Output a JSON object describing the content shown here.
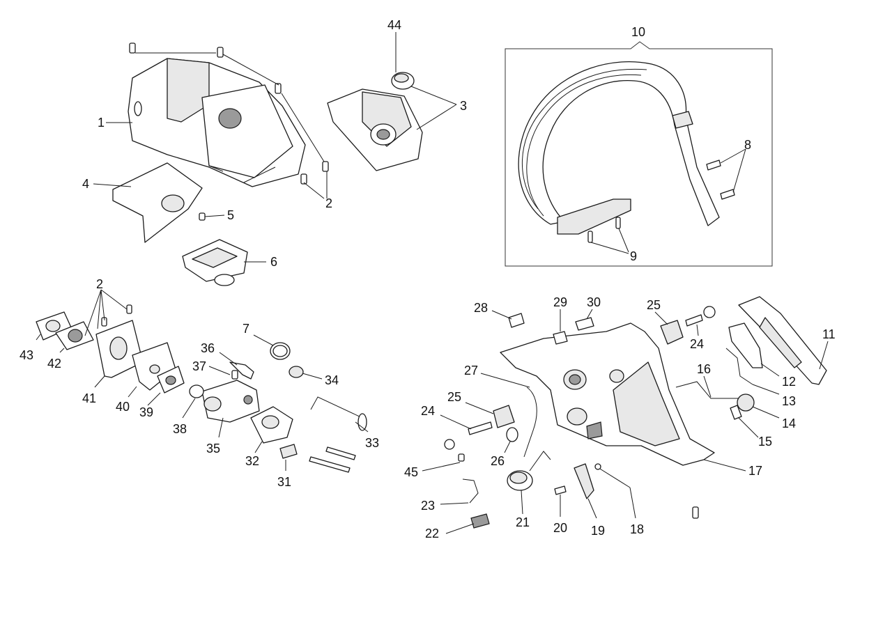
{
  "callouts": [
    "1",
    "2",
    "3",
    "4",
    "5",
    "6",
    "7",
    "8",
    "9",
    "10",
    "11",
    "12",
    "13",
    "14",
    "15",
    "16",
    "17",
    "18",
    "19",
    "20",
    "21",
    "22",
    "23",
    "24",
    "25",
    "26",
    "27",
    "28",
    "29",
    "30",
    "31",
    "32",
    "33",
    "34",
    "35",
    "36",
    "37",
    "38",
    "39",
    "40",
    "41",
    "42",
    "43",
    "44",
    "45"
  ],
  "repeat": {
    "c2": "2",
    "c24": "24",
    "c25": "25"
  }
}
